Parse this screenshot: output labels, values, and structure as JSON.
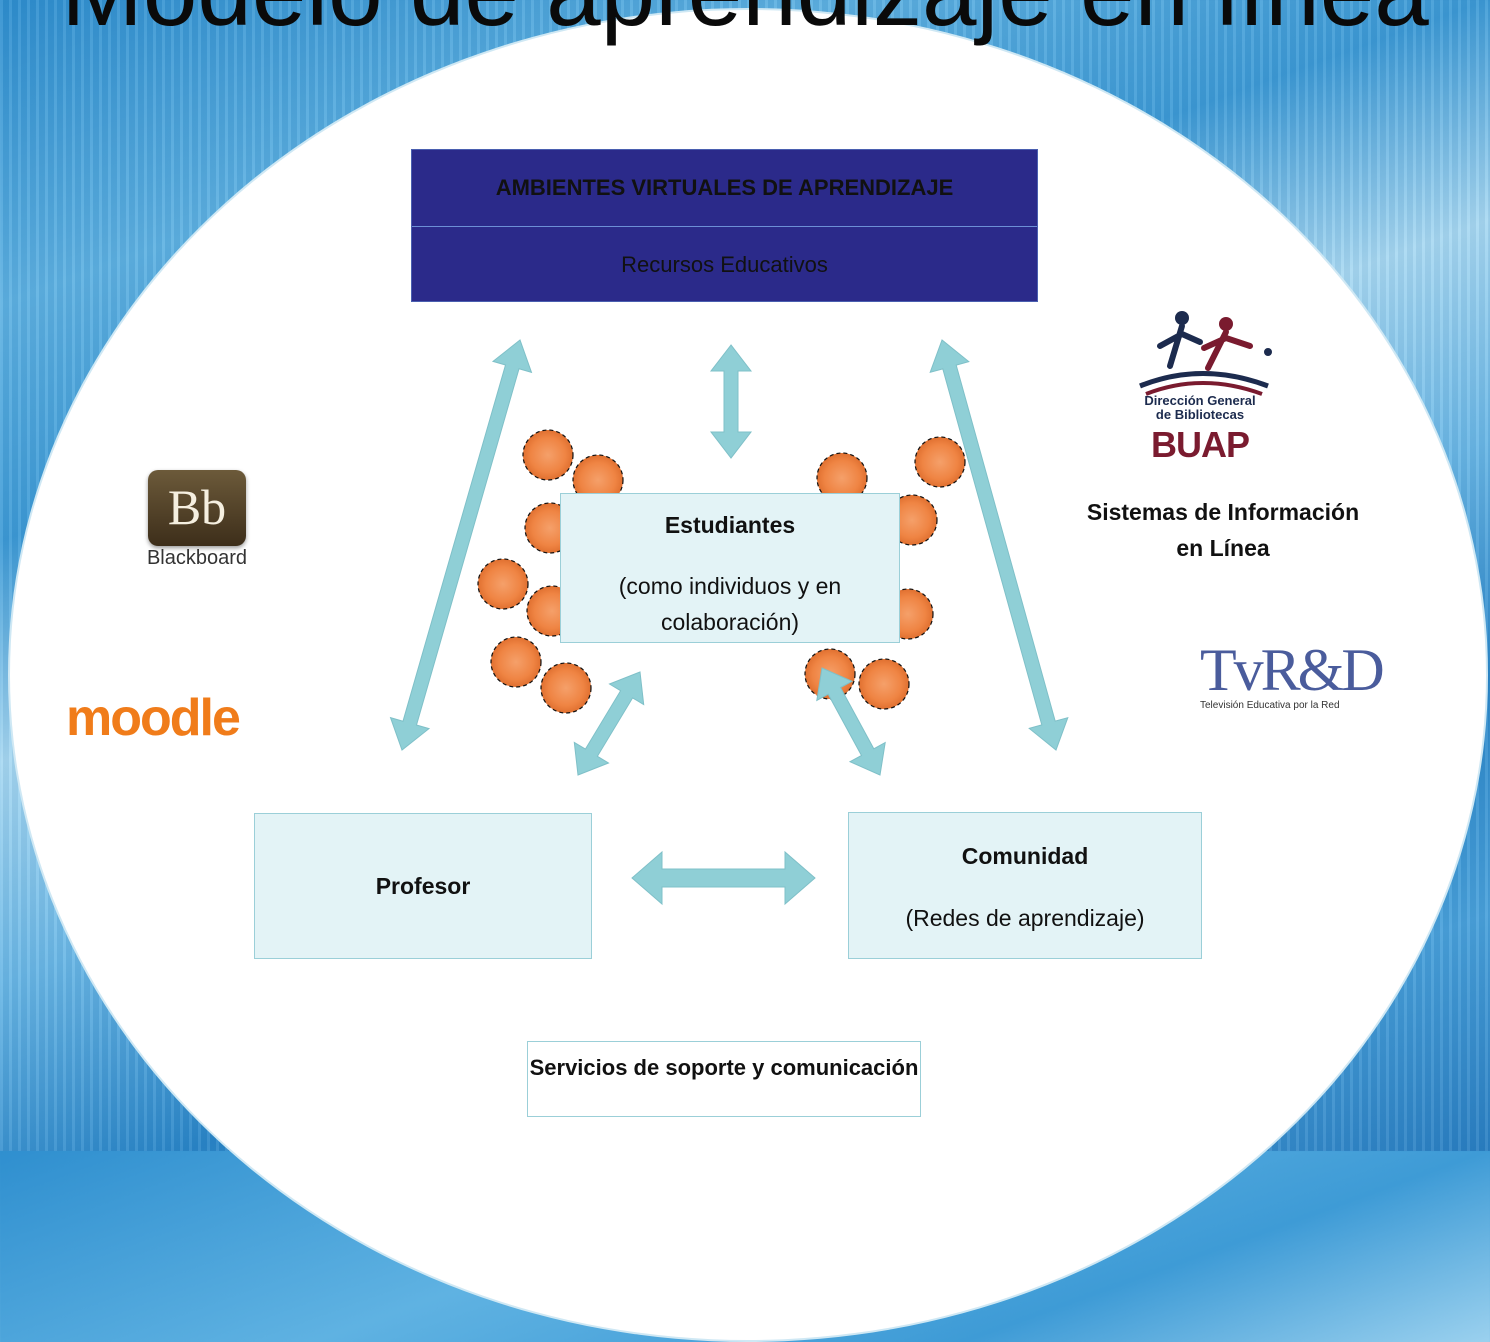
{
  "title": "Modelo de aprendizaje en línea",
  "nodes": {
    "ambientes": {
      "heading": "AMBIENTES VIRTUALES DE APRENDIZAJE",
      "subtitle": "Recursos Educativos"
    },
    "estudiantes": {
      "heading": "Estudiantes",
      "description": "(como individuos y en colaboración)"
    },
    "profesor": {
      "heading": "Profesor"
    },
    "comunidad": {
      "heading": "Comunidad",
      "description": "(Redes de aprendizaje)"
    },
    "servicios": {
      "heading": "Servicios de soporte y comunicación"
    }
  },
  "side_labels": {
    "sistemas": "Sistemas de Información en Línea"
  },
  "logos": {
    "blackboard": {
      "mark": "Bb",
      "name": "Blackboard"
    },
    "moodle": {
      "name": "moodle"
    },
    "buap": {
      "line1": "Dirección General",
      "line2": "de Bibliotecas",
      "line3": "BUAP"
    },
    "tvred": {
      "mark": "TvR&D",
      "tagline": "Televisión Educativa por la Red"
    }
  },
  "colors": {
    "ava_fill": "#2b2a8a",
    "box_fill": "#e3f3f6",
    "arrow_fill": "#8fcfd6",
    "student_dot": "#f08a4a"
  },
  "connections": [
    {
      "from": "ambientes",
      "to": "profesor",
      "direction": "both"
    },
    {
      "from": "ambientes",
      "to": "estudiantes",
      "direction": "both"
    },
    {
      "from": "ambientes",
      "to": "comunidad",
      "direction": "both"
    },
    {
      "from": "estudiantes",
      "to": "profesor",
      "direction": "both"
    },
    {
      "from": "estudiantes",
      "to": "comunidad",
      "direction": "both"
    },
    {
      "from": "profesor",
      "to": "comunidad",
      "direction": "both"
    }
  ]
}
